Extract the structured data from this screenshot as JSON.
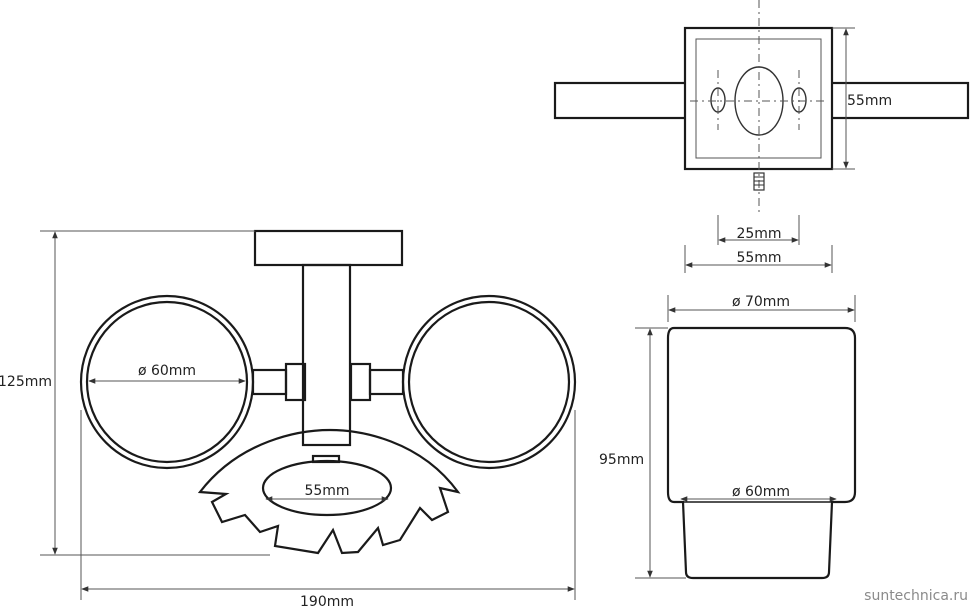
{
  "watermark": "suntechnica.ru",
  "dimensions": {
    "front_height": "125mm",
    "front_width": "190mm",
    "ring_diameter": "ø 60mm",
    "soap_dish_width": "55mm",
    "top_height": "55mm",
    "top_hole_spacing": "25mm",
    "top_width": "55mm",
    "cup_top_diameter": "ø 70mm",
    "cup_bottom_diameter": "ø 60mm",
    "cup_height": "95mm"
  }
}
